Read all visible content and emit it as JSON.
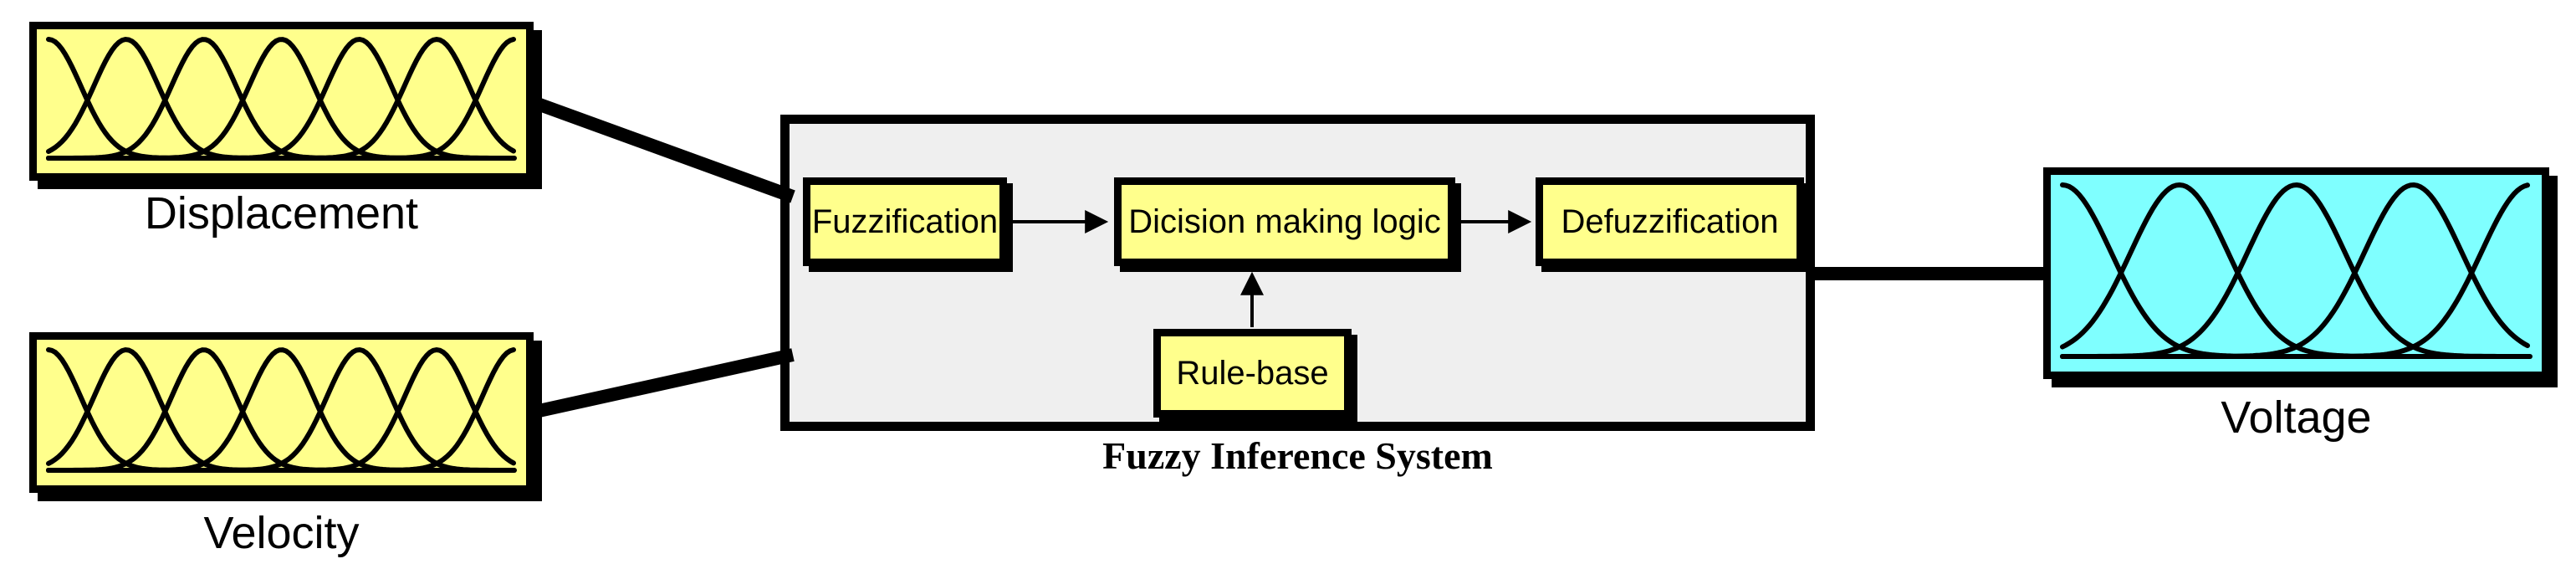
{
  "diagram": {
    "container": {
      "label": "Fuzzy Inference System"
    },
    "boxes": {
      "displacement": {
        "label": "Displacement",
        "curves": 7
      },
      "velocity": {
        "label": "Velocity",
        "curves": 7
      },
      "voltage": {
        "label": "Voltage",
        "curves": 5
      },
      "fuzzification": {
        "label": "Fuzzification"
      },
      "decision": {
        "label": "Dicision making logic"
      },
      "defuzzification": {
        "label": "Defuzzification"
      },
      "rulebase": {
        "label": "Rule-base"
      }
    },
    "colors": {
      "input_fill": "#FFFF8C",
      "output_fill": "#7FFFFF",
      "container_fill": "#EFEFEF",
      "stroke": "#000000",
      "background": "#FFFFFF"
    }
  }
}
